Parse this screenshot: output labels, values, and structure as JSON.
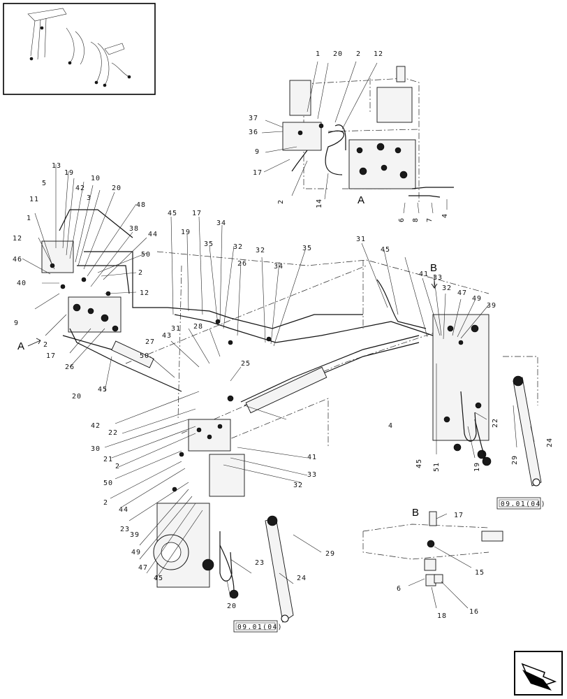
{
  "callouts": {
    "c1": "1",
    "c20": "20",
    "c2": "2",
    "c12": "12",
    "c37": "37",
    "c36": "36",
    "c9": "9",
    "c17": "17",
    "c2b": "2",
    "c14": "14",
    "c6": "6",
    "c8": "8",
    "c7": "7",
    "c4": "4",
    "l13": "13",
    "l19": "19",
    "l10": "10",
    "l5": "5",
    "l42": "42",
    "l3": "3",
    "l20": "20",
    "l11": "11",
    "l48": "48",
    "l1": "1",
    "l38": "38",
    "l12": "12",
    "l44": "44",
    "l46": "46",
    "l50": "50",
    "l2": "2",
    "l40": "40",
    "l12b": "12",
    "l9": "9",
    "l2b": "2",
    "l17": "17",
    "l26": "26",
    "l20b": "20",
    "l45": "45",
    "m45": "45",
    "m17": "17",
    "m19": "19",
    "m34": "34",
    "m35": "35",
    "m32": "32",
    "m26": "26",
    "m32b": "32",
    "m34b": "34",
    "m35b": "35",
    "m31": "31",
    "m45b": "45",
    "m43": "43",
    "m31b": "31",
    "m28": "28",
    "m27": "27",
    "m50": "50",
    "m25": "25",
    "m4": "4",
    "m42": "42",
    "m22": "22",
    "m30": "30",
    "m21": "21",
    "m2": "2",
    "m50b": "50",
    "m2b": "2",
    "m44": "44",
    "m23": "23",
    "m39": "39",
    "m49": "49",
    "m47": "47",
    "m45c": "45",
    "m41": "41",
    "m33": "33",
    "m32c": "32",
    "m23b": "23",
    "m29": "29",
    "m20": "20",
    "m24": "24",
    "r41": "41",
    "r33": "33",
    "r32": "32",
    "r47": "47",
    "r49": "49",
    "r39": "39",
    "r45": "45",
    "r51": "51",
    "r22": "22",
    "r19": "19",
    "r29": "29",
    "r24": "24",
    "b17": "17",
    "b15": "15",
    "b6": "6",
    "b16": "16",
    "b18": "18"
  },
  "view_labels": {
    "a_detail": "A",
    "a_arrow": "A",
    "b_arrow": "B",
    "b_detail": "B"
  },
  "references": {
    "right": "09.01(04)",
    "bottom": "09.01(04)"
  },
  "icons": {
    "nav": "next-page-arrow-icon"
  }
}
